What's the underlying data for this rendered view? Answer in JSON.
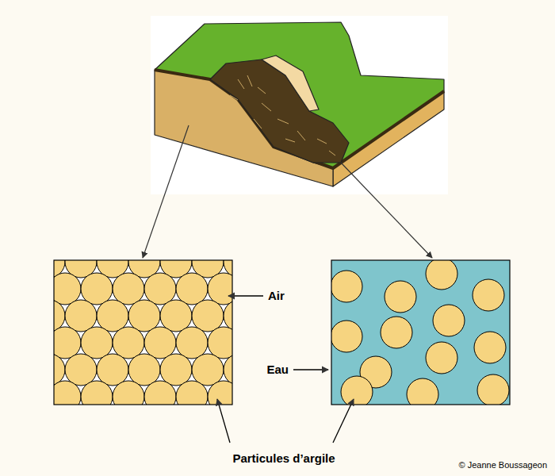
{
  "diagram": {
    "labels": [
      "Air",
      "Eau",
      "Particules d’argile",
      "© Jeanne Boussageon"
    ]
  }
}
